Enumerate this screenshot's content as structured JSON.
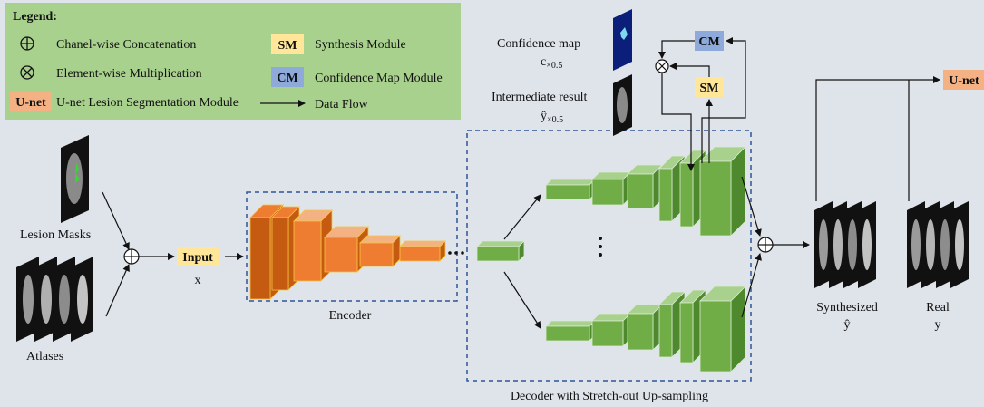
{
  "colors": {
    "background": "#dfe3ea",
    "legend_bg": "#a9d18e",
    "encoder_orange": "#ee7d31",
    "encoder_orange_dark": "#c55a11",
    "decoder_green": "#70ad47",
    "decoder_green_dark": "#4e8a2d",
    "sm_fill": "#ffe699",
    "cm_fill": "#8eaadb",
    "unet_fill": "#f4b183",
    "dashed_border": "#2f5597"
  },
  "legend": {
    "title": "Legend",
    "concat": "Chanel-wise Concatenation",
    "mult": "Element-wise Multiplication",
    "unet_badge": "U-net",
    "unet_desc": "U-net Lesion Segmentation Module",
    "sm_badge": "SM",
    "sm_desc": "Synthesis Module",
    "cm_badge": "CM",
    "cm_desc": "Confidence Map Module",
    "flow_desc": "Data Flow"
  },
  "inputs": {
    "lesion_masks": "Lesion Masks",
    "atlases": "Atlases",
    "input_badge": "Input",
    "input_var": "x"
  },
  "encoder": {
    "label": "Encoder"
  },
  "decoder": {
    "label": "Decoder with Stretch-out Up-sampling"
  },
  "top": {
    "confidence_map": "Confidence map",
    "confidence_sym": "c",
    "confidence_sub": "×0.5",
    "intermediate": "Intermediate result",
    "intermediate_sym": "ŷ",
    "intermediate_sub": "×0.5",
    "cm_badge": "CM",
    "sm_badge": "SM"
  },
  "outputs": {
    "synth_label": "Synthesized",
    "synth_var": "ŷ",
    "real_label": "Real",
    "real_var": "y",
    "unet_badge": "U-net"
  }
}
